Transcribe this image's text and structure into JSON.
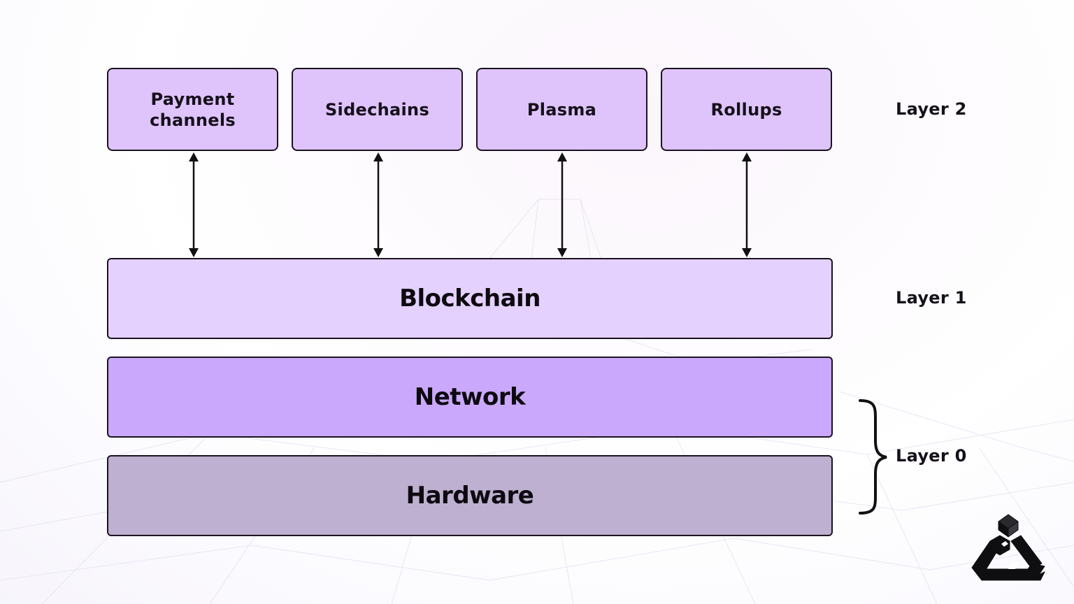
{
  "layer2": {
    "label": "Layer 2",
    "boxes": [
      {
        "line1": "Payment",
        "line2": "channels"
      },
      {
        "line1": "Sidechains",
        "line2": ""
      },
      {
        "line1": "Plasma",
        "line2": ""
      },
      {
        "line1": "Rollups",
        "line2": ""
      }
    ]
  },
  "layer1": {
    "label": "Layer 1",
    "box": "Blockchain"
  },
  "layer0": {
    "label": "Layer 0",
    "boxes": [
      "Network",
      "Hardware"
    ]
  },
  "connectors": {
    "type": "bidirectional-arrow",
    "count": 4,
    "from": "layer2 boxes",
    "to": "Blockchain"
  },
  "colors": {
    "layer2_fill": "#dfc3fb",
    "blockchain_fill": "#e4d1fd",
    "network_fill": "#caa9fc",
    "hardware_fill": "#beb0d0",
    "outline": "#1a1320"
  },
  "logo": {
    "icon": "geometric-impossible-triangle-logo"
  }
}
